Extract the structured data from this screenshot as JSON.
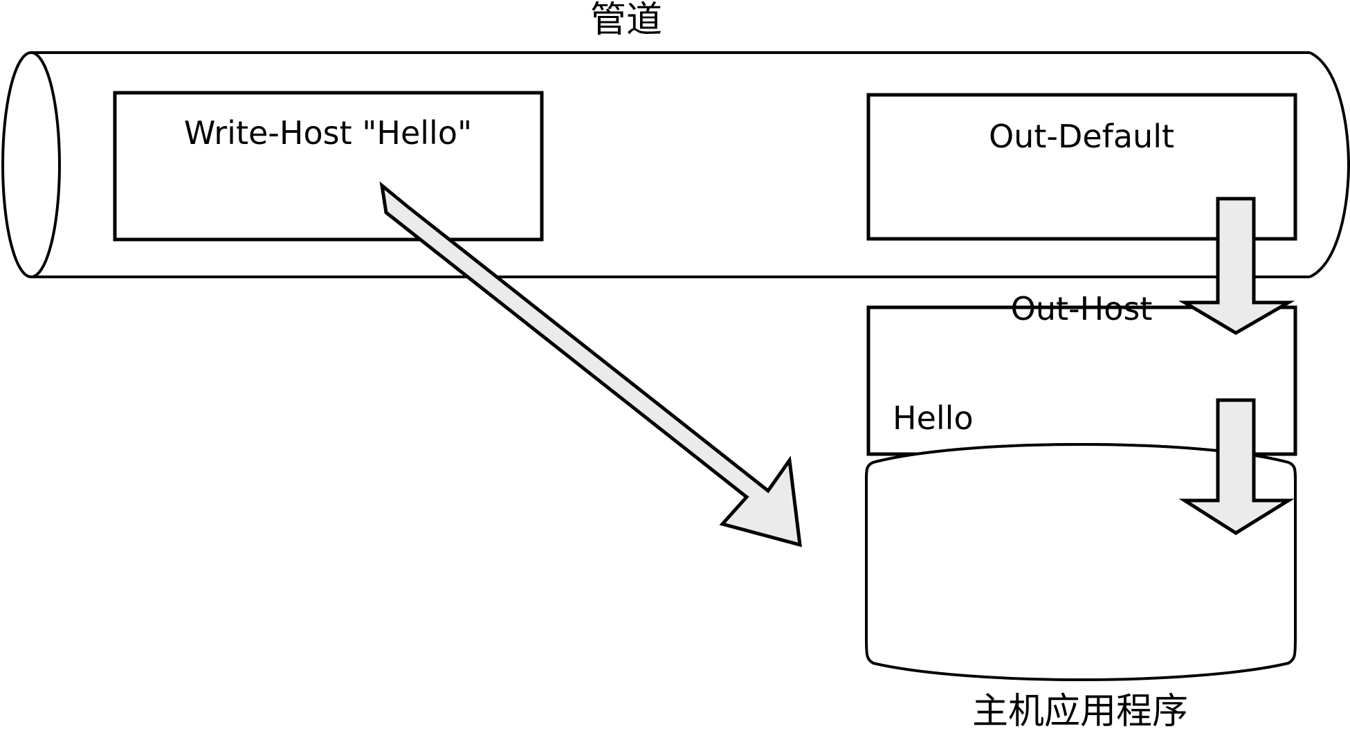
{
  "diagram": {
    "title": "管道",
    "bottom_caption": "主机应用程序",
    "colors": {
      "stroke": "#000000",
      "arrow_fill": "#ebebeb",
      "shape_fill": "#ffffff",
      "background": "#ffffff"
    },
    "pipe": {
      "label": "管道"
    },
    "boxes": [
      {
        "id": "write-host",
        "label": "Write-Host \"Hello\""
      },
      {
        "id": "out-default",
        "label": "Out-Default"
      },
      {
        "id": "out-host",
        "label": "Out-Host"
      }
    ],
    "cylinder": {
      "label": "Hello",
      "caption": "主机应用程序"
    },
    "arrows": [
      {
        "id": "write-host-to-host-app",
        "direction": "diagonal-down-right"
      },
      {
        "id": "out-default-to-out-host",
        "direction": "down"
      },
      {
        "id": "out-host-to-host-app",
        "direction": "down"
      }
    ]
  }
}
